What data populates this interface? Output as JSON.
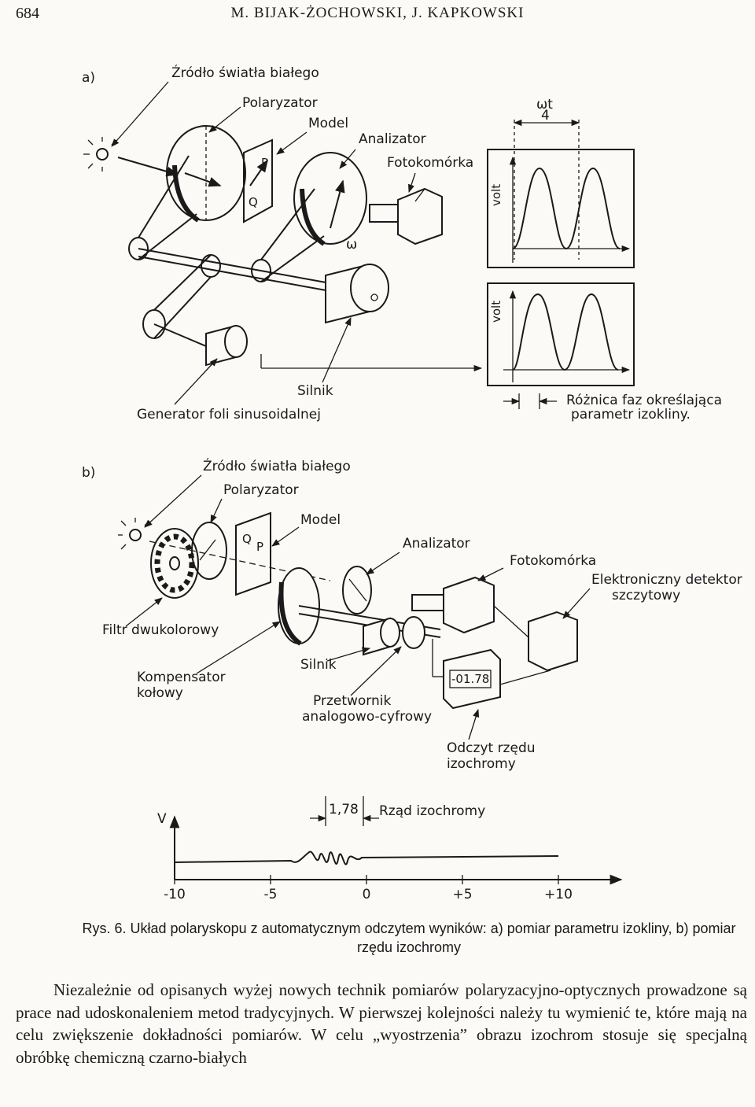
{
  "header": {
    "page_number": "684",
    "running_head": "M. BIJAK-ŻOCHOWSKI, J. KAPKOWSKI"
  },
  "figure": {
    "panel_a": {
      "tag": "a)",
      "light_source": "Źródło światła białego",
      "polarizer": "Polaryzator",
      "model": "Model",
      "analyzer": "Analizator",
      "photocell": "Fotokomórka",
      "point_p": "P",
      "point_q": "Q",
      "omega": "ω",
      "omega_t": "ωt",
      "omega_t_div": "4",
      "volt_top": "volt",
      "volt_bottom": "volt",
      "motor": "Silnik",
      "generator": "Generator foli sinusoidalnej",
      "phase_diff_line1": "Różnica faz określająca",
      "phase_diff_line2": "parametr izokliny."
    },
    "panel_b": {
      "tag": "b)",
      "light_source": "Źródło światła białego",
      "polarizer": "Polaryzator",
      "model": "Model",
      "analyzer": "Analizator",
      "photocell": "Fotokomórka",
      "detector_line1": "Elektroniczny detektor",
      "detector_line2": "szczytowy",
      "filter": "Filtr dwukolorowy",
      "compensator_line1": "Kompensator",
      "compensator_line2": "kołowy",
      "motor": "Silnik",
      "converter_line1": "Przetwornik",
      "converter_line2": "analogowo-cyfrowy",
      "display_value": "-01.78",
      "readout_line1": "Odczyt rzędu",
      "readout_line2": "izochromy",
      "point_p": "P",
      "point_q": "Q"
    },
    "signal_plot": {
      "y_label": "V",
      "marker_value": "1,78",
      "marker_label": "Rząd izochromy",
      "ticks": [
        "-10",
        "-5",
        "0",
        "+5",
        "+10"
      ]
    }
  },
  "caption": "Rys. 6. Układ polaryskopu z automatycznym odczytem wyników: a) pomiar parametru izokliny, b) pomiar rzędu izochromy",
  "body": "Niezależnie od opisanych wyżej nowych technik pomiarów polaryzacyjno-optycznych prowadzone są prace nad udoskonaleniem metod tradycyjnych. W pierwszej kolejności należy tu wymienić te, które mają na celu zwiększenie dokładności pomiarów. W celu „wyostrzenia” obrazu izochrom stosuje się specjalną obróbkę chemiczną czarno-białych"
}
